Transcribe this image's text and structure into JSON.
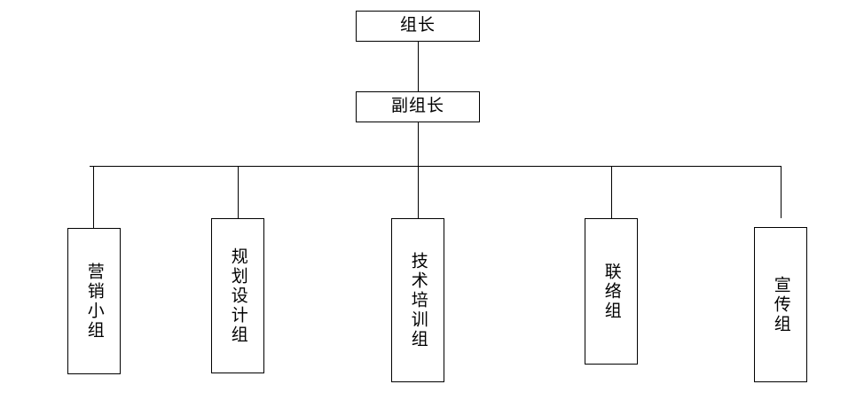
{
  "diagram": {
    "type": "organization-chart",
    "title": "",
    "orientation": "top-down",
    "line_color": "#000000",
    "box_fill": "#ffffff",
    "nodes": {
      "leader": {
        "label": "组长",
        "level": 1
      },
      "deputy": {
        "label": "副组长",
        "level": 2
      },
      "groups": [
        {
          "label": "营销小组",
          "level": 3
        },
        {
          "label": "规划设计组",
          "level": 3
        },
        {
          "label": "技术培训组",
          "level": 3
        },
        {
          "label": "联络组",
          "level": 3
        },
        {
          "label": "宣传组",
          "level": 3
        }
      ]
    }
  }
}
